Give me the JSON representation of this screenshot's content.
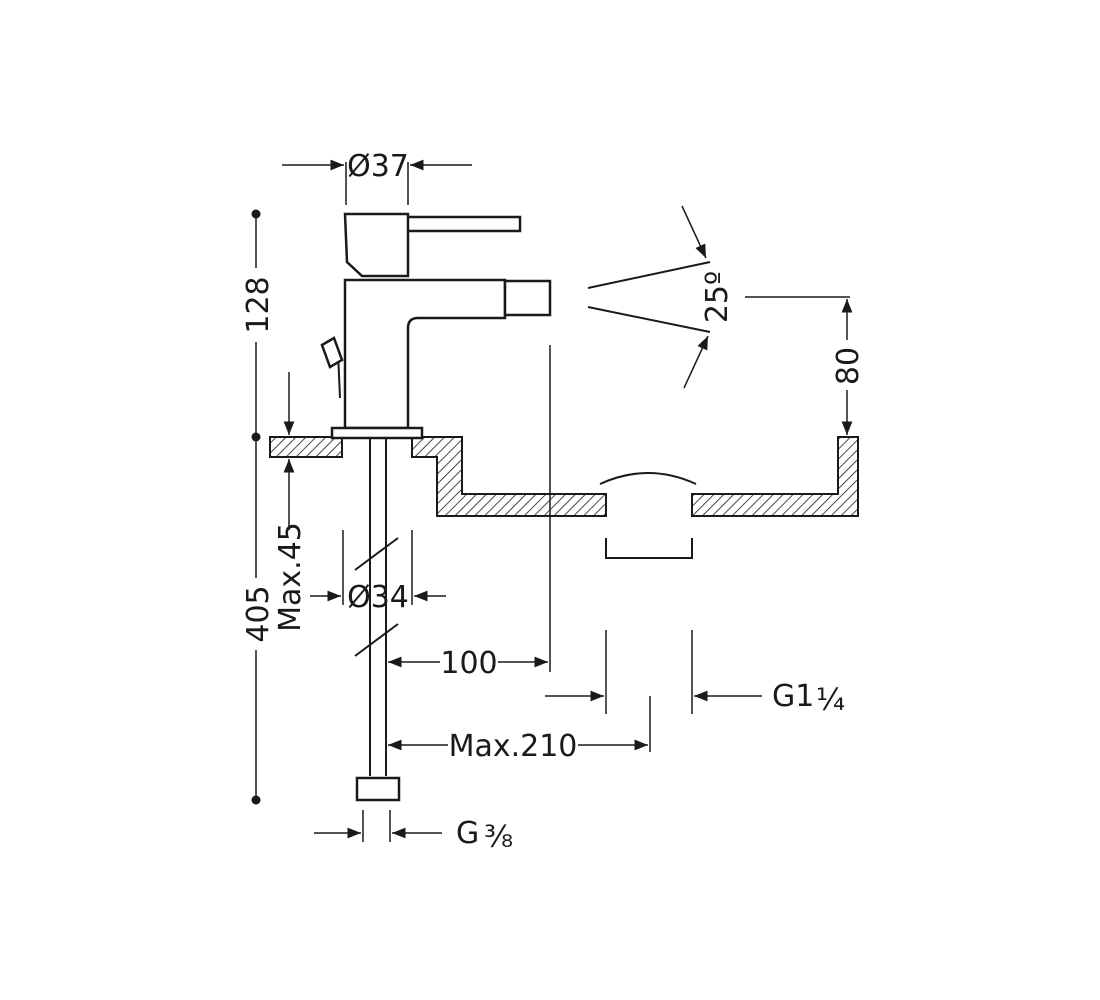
{
  "labels": {
    "top_diameter": "Ø37",
    "height_upper": "128",
    "height_total": "405",
    "max_thickness": "Max.45",
    "shank_diameter": "Ø34",
    "angle": "25º",
    "spout_height": "80",
    "reach": "100",
    "max_distance": "Max.210",
    "waste_thread": "G1",
    "waste_fraction": "¼",
    "inlet_thread": "G",
    "inlet_fraction": "⅜"
  }
}
